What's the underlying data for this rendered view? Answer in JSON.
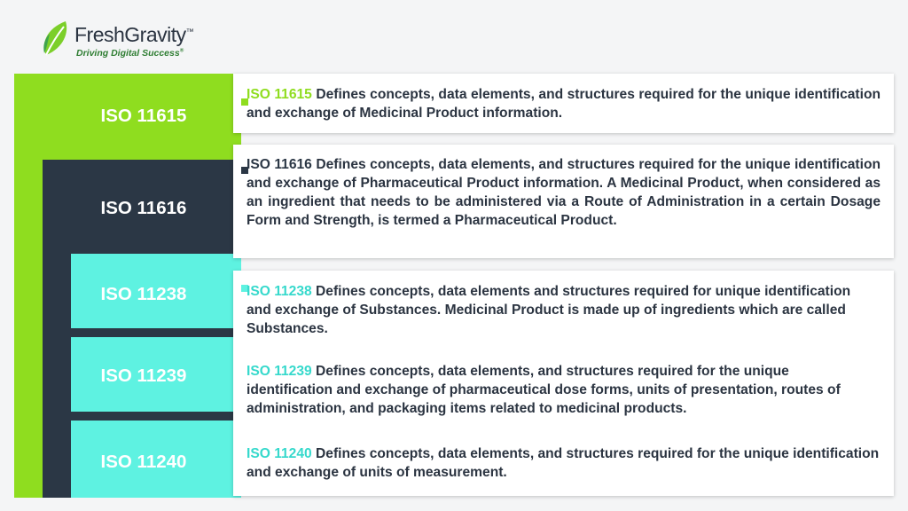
{
  "brand": {
    "name": "FreshGravity",
    "trademark": "™",
    "tagline": "Driving Digital Success",
    "tagline_mark": "®"
  },
  "colors": {
    "green": "#8fdd1f",
    "dark": "#2b3745",
    "cyan": "#5ef2e1",
    "text": "#2b3441"
  },
  "standards": [
    {
      "block_label": "ISO 11615",
      "code": "ISO 11615",
      "description": " Defines concepts, data elements, and structures required for the unique identification and exchange of Medicinal Product information."
    },
    {
      "block_label": "ISO 11616",
      "code": "ISO 11616",
      "description": " Defines concepts, data elements, and structures required for the unique identification and exchange of Pharmaceutical Product information. A Medicinal Product, when considered as an ingredient that needs to be administered via a Route of Administration in a certain Dosage Form and Strength,   is termed a Pharmaceutical Product."
    },
    {
      "block_label": "ISO 11238",
      "code": "ISO 11238",
      "description": " Defines concepts, data elements and structures required for unique identification and exchange of Substances. Medicinal Product is made up of ingredients which are called Substances."
    },
    {
      "block_label": "ISO 11239",
      "code": "ISO 11239",
      "description": " Defines concepts, data elements, and structures required for the unique identification and exchange of pharmaceutical dose forms, units of presentation, routes of administration, and packaging items related to medicinal products."
    },
    {
      "block_label": "ISO 11240",
      "code": "ISO 11240",
      "description": " Defines concepts, data elements, and structures required for the unique identification and exchange of units of measurement."
    }
  ]
}
